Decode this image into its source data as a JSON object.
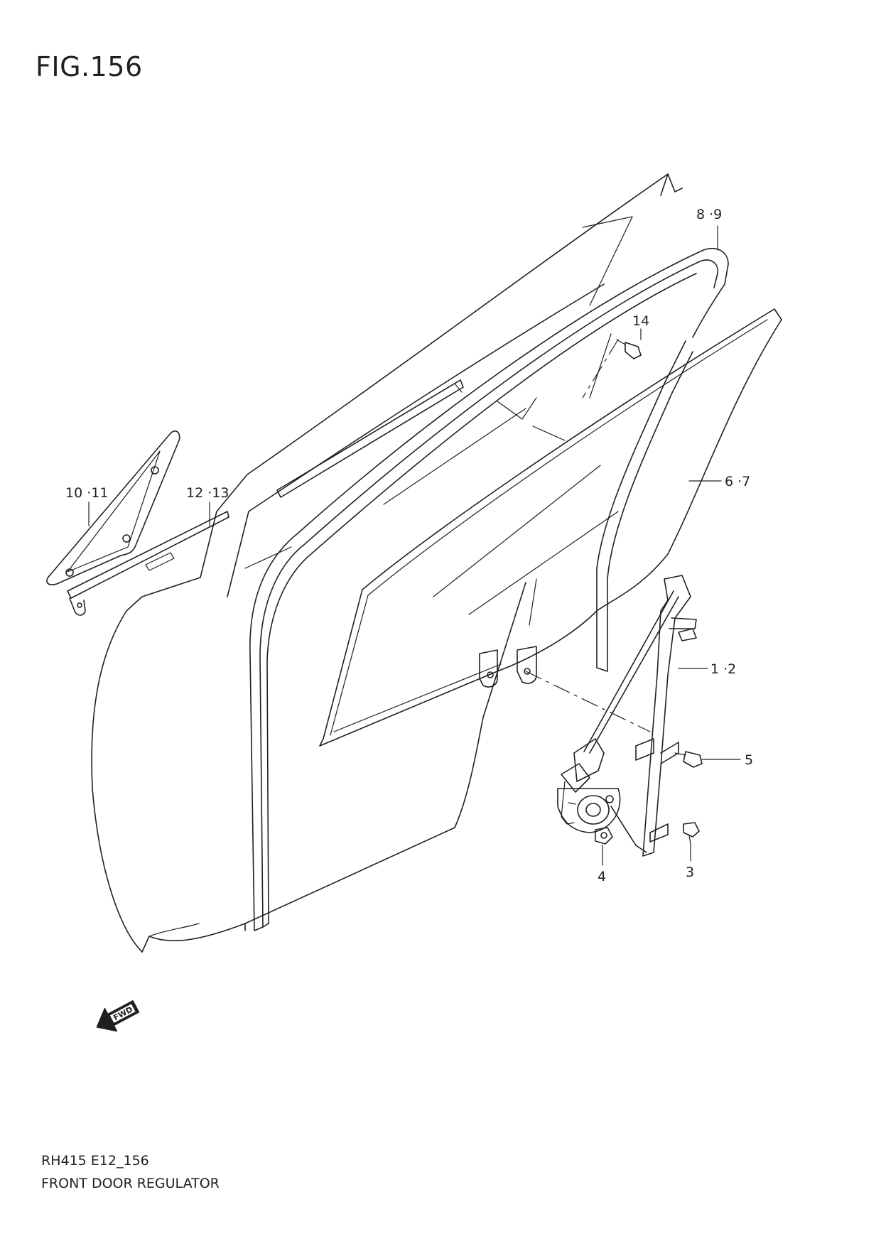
{
  "figure": {
    "title": "FIG.156",
    "code": "RH415 E12_156",
    "name": "FRONT DOOR REGULATOR"
  },
  "callouts": [
    {
      "id": "c-8-9",
      "label": "8 ·9"
    },
    {
      "id": "c-14",
      "label": "14"
    },
    {
      "id": "c-6-7",
      "label": "6 ·7"
    },
    {
      "id": "c-10-11",
      "label": "10 ·11"
    },
    {
      "id": "c-12-13",
      "label": "12 ·13"
    },
    {
      "id": "c-1-2",
      "label": "1 ·2"
    },
    {
      "id": "c-5",
      "label": "5"
    },
    {
      "id": "c-4",
      "label": "4"
    },
    {
      "id": "c-3",
      "label": "3"
    }
  ],
  "direction_marker": {
    "label": "FWD",
    "icon": "fwd-arrow-icon"
  }
}
